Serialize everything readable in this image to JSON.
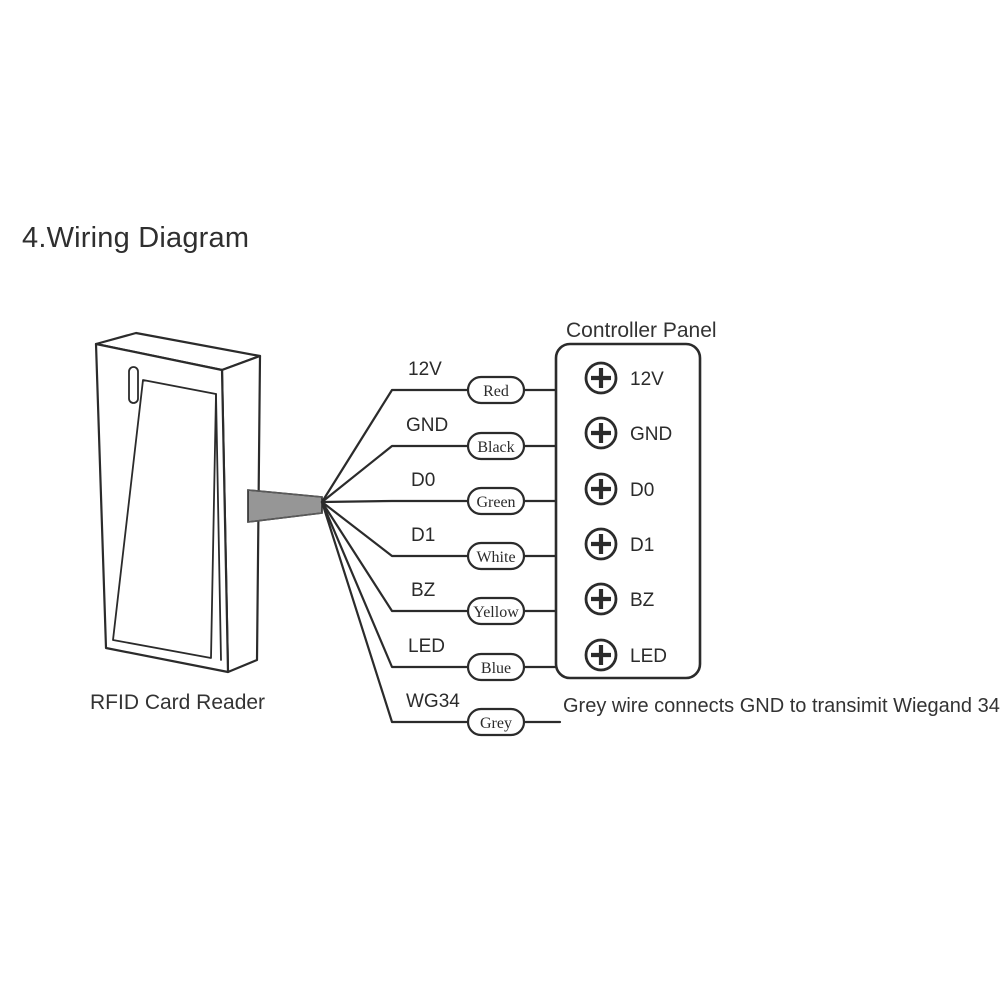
{
  "page": {
    "title": "4.Wiring Diagram",
    "background_color": "#ffffff",
    "ink_color": "#2b2b2b"
  },
  "device": {
    "caption": "RFID Card Reader",
    "indicator_icon": "led-indicator-slot",
    "cable_color": "#969696",
    "cable_label": "reader-cable"
  },
  "panel": {
    "title": "Controller Panel",
    "terminal_icon": "screw-terminal-plus-icon",
    "terminals": [
      {
        "label": "12V"
      },
      {
        "label": "GND"
      },
      {
        "label": "D0"
      },
      {
        "label": "D1"
      },
      {
        "label": "BZ"
      },
      {
        "label": "LED"
      }
    ]
  },
  "wires": [
    {
      "signal": "12V",
      "color_label": "Red",
      "connects_to_panel": true
    },
    {
      "signal": "GND",
      "color_label": "Black",
      "connects_to_panel": true
    },
    {
      "signal": "D0",
      "color_label": "Green",
      "connects_to_panel": true
    },
    {
      "signal": "D1",
      "color_label": "White",
      "connects_to_panel": true
    },
    {
      "signal": "BZ",
      "color_label": "Yellow",
      "connects_to_panel": true
    },
    {
      "signal": "LED",
      "color_label": "Blue",
      "connects_to_panel": true
    },
    {
      "signal": "WG34",
      "color_label": "Grey",
      "connects_to_panel": false
    }
  ],
  "note": {
    "text": "Grey wire connects GND to transimit Wiegand 34"
  }
}
